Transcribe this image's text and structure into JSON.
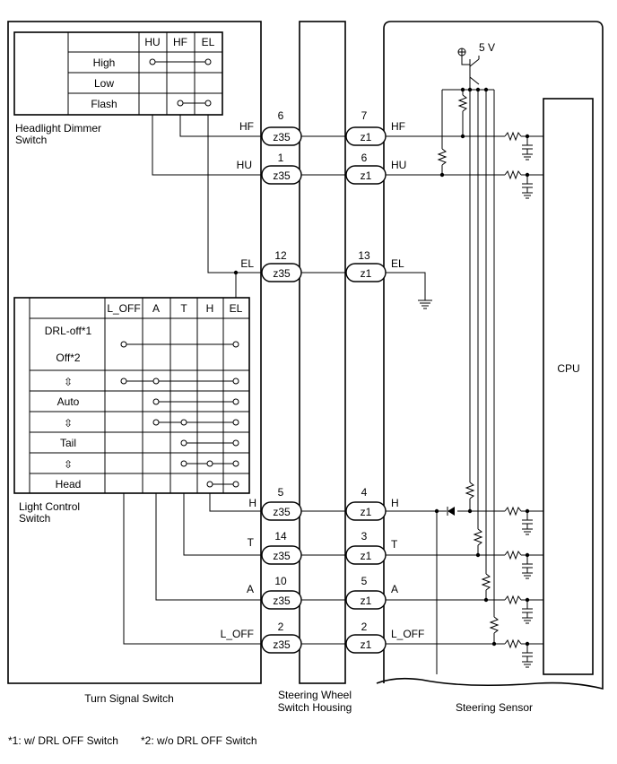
{
  "headlight_dimmer": {
    "title_line1": "Headlight Dimmer",
    "title_line2": "Switch",
    "columns": [
      "HU",
      "HF",
      "EL"
    ],
    "rows": [
      "High",
      "Low",
      "Flash"
    ]
  },
  "light_control": {
    "title_line1": "Light Control",
    "title_line2": "Switch",
    "columns": [
      "L_OFF",
      "A",
      "T",
      "H",
      "EL"
    ],
    "rows": [
      "DRL-off*1",
      "Off*2",
      "⇳",
      "Auto",
      "⇳",
      "Tail",
      "⇳",
      "Head"
    ]
  },
  "wires": {
    "hf": {
      "left_label": "HF",
      "pin_left": "6",
      "pin_right": "7",
      "right_label": "HF"
    },
    "hu": {
      "left_label": "HU",
      "pin_left": "1",
      "pin_right": "6",
      "right_label": "HU"
    },
    "el": {
      "left_label": "EL",
      "pin_left": "12",
      "pin_right": "13",
      "right_label": "EL"
    },
    "h": {
      "left_label": "H",
      "pin_left": "5",
      "pin_right": "4",
      "right_label": "H"
    },
    "t": {
      "left_label": "T",
      "pin_left": "14",
      "pin_right": "3",
      "right_label": "T"
    },
    "a": {
      "left_label": "A",
      "pin_left": "10",
      "pin_right": "5",
      "right_label": "A"
    },
    "loff": {
      "left_label": "L_OFF",
      "pin_left": "2",
      "pin_right": "2",
      "right_label": "L_OFF"
    }
  },
  "connectors": {
    "left": "z35",
    "right": "z1"
  },
  "power": "5 V",
  "cpu": "CPU",
  "labels": {
    "turn_signal": "Turn Signal Switch",
    "housing_line1": "Steering Wheel",
    "housing_line2": "Switch Housing",
    "steering_sensor": "Steering Sensor"
  },
  "footnotes": {
    "note1": "*1: w/ DRL OFF Switch",
    "note2": "*2: w/o DRL OFF Switch"
  }
}
